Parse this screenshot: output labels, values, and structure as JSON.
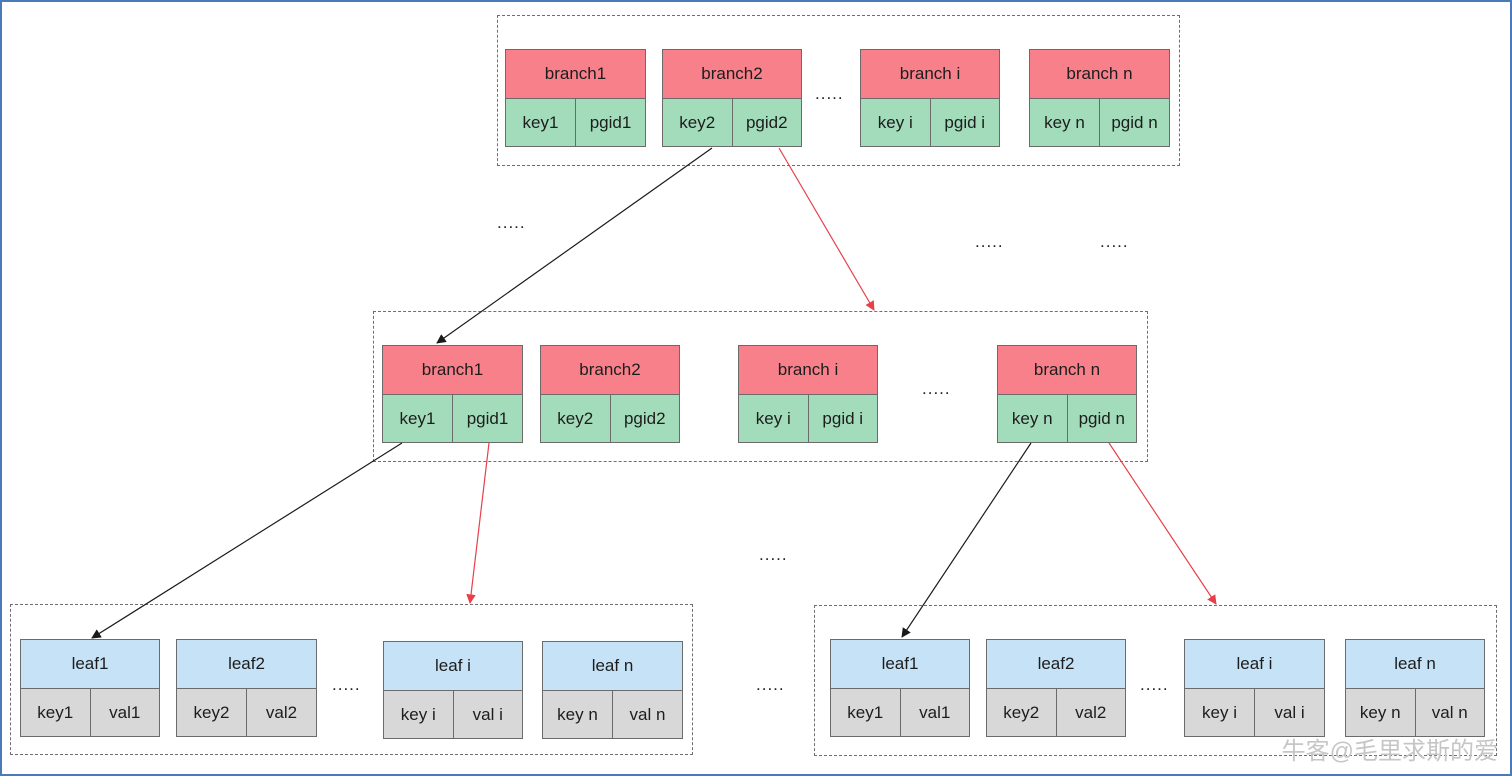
{
  "root": {
    "nodes": [
      {
        "name": "branch1",
        "key": "key1",
        "pid": "pgid1"
      },
      {
        "name": "branch2",
        "key": "key2",
        "pid": "pgid2"
      },
      {
        "name": "branch i",
        "key": "key i",
        "pid": "pgid i"
      },
      {
        "name": "branch n",
        "key": "key n",
        "pid": "pgid n"
      }
    ]
  },
  "middle": {
    "nodes": [
      {
        "name": "branch1",
        "key": "key1",
        "pid": "pgid1"
      },
      {
        "name": "branch2",
        "key": "key2",
        "pid": "pgid2"
      },
      {
        "name": "branch i",
        "key": "key i",
        "pid": "pgid i"
      },
      {
        "name": "branch n",
        "key": "key n",
        "pid": "pgid n"
      }
    ]
  },
  "leaves_left": {
    "nodes": [
      {
        "name": "leaf1",
        "key": "key1",
        "val": "val1"
      },
      {
        "name": "leaf2",
        "key": "key2",
        "val": "val2"
      },
      {
        "name": "leaf i",
        "key": "key i",
        "val": "val i"
      },
      {
        "name": "leaf n",
        "key": "key n",
        "val": "val n"
      }
    ]
  },
  "leaves_right": {
    "nodes": [
      {
        "name": "leaf1",
        "key": "key1",
        "val": "val1"
      },
      {
        "name": "leaf2",
        "key": "key2",
        "val": "val2"
      },
      {
        "name": "leaf i",
        "key": "key i",
        "val": "val i"
      },
      {
        "name": "leaf n",
        "key": "key n",
        "val": "val n"
      }
    ]
  },
  "ellipsis": ".....",
  "watermark": "牛客@毛里求斯的爱",
  "colors": {
    "branch_header": "#f7808a",
    "branch_cell": "#a2dcbb",
    "leaf_header": "#c5e2f6",
    "leaf_cell": "#d8d8d8",
    "arrow_black": "#1a1a1a",
    "arrow_red": "#e8404a"
  }
}
